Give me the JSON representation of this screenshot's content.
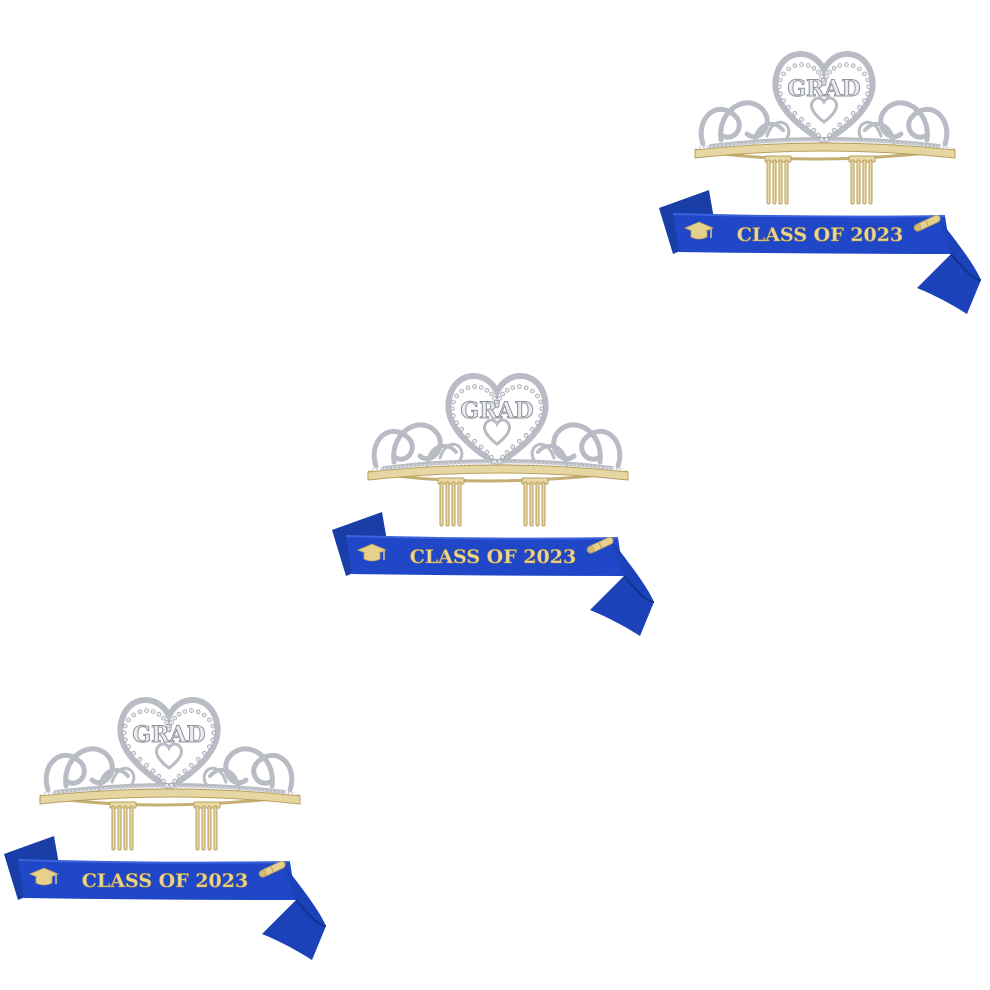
{
  "colors": {
    "background": "#ffffff",
    "sash_blue": "#1f47c8",
    "sash_blue_dark": "#12308f",
    "gold": "#d9c48a",
    "gold_dark": "#b49a57",
    "rhinestone": "#c9ccd2"
  },
  "product_sets": [
    {
      "tiara_text": "GRAD",
      "sash_text": "CLASS OF 2023",
      "icons": [
        "graduation-cap-icon",
        "diploma-scroll-icon"
      ]
    },
    {
      "tiara_text": "GRAD",
      "sash_text": "CLASS OF 2023",
      "icons": [
        "graduation-cap-icon",
        "diploma-scroll-icon"
      ]
    },
    {
      "tiara_text": "GRAD",
      "sash_text": "CLASS OF 2023",
      "icons": [
        "graduation-cap-icon",
        "diploma-scroll-icon"
      ]
    }
  ]
}
